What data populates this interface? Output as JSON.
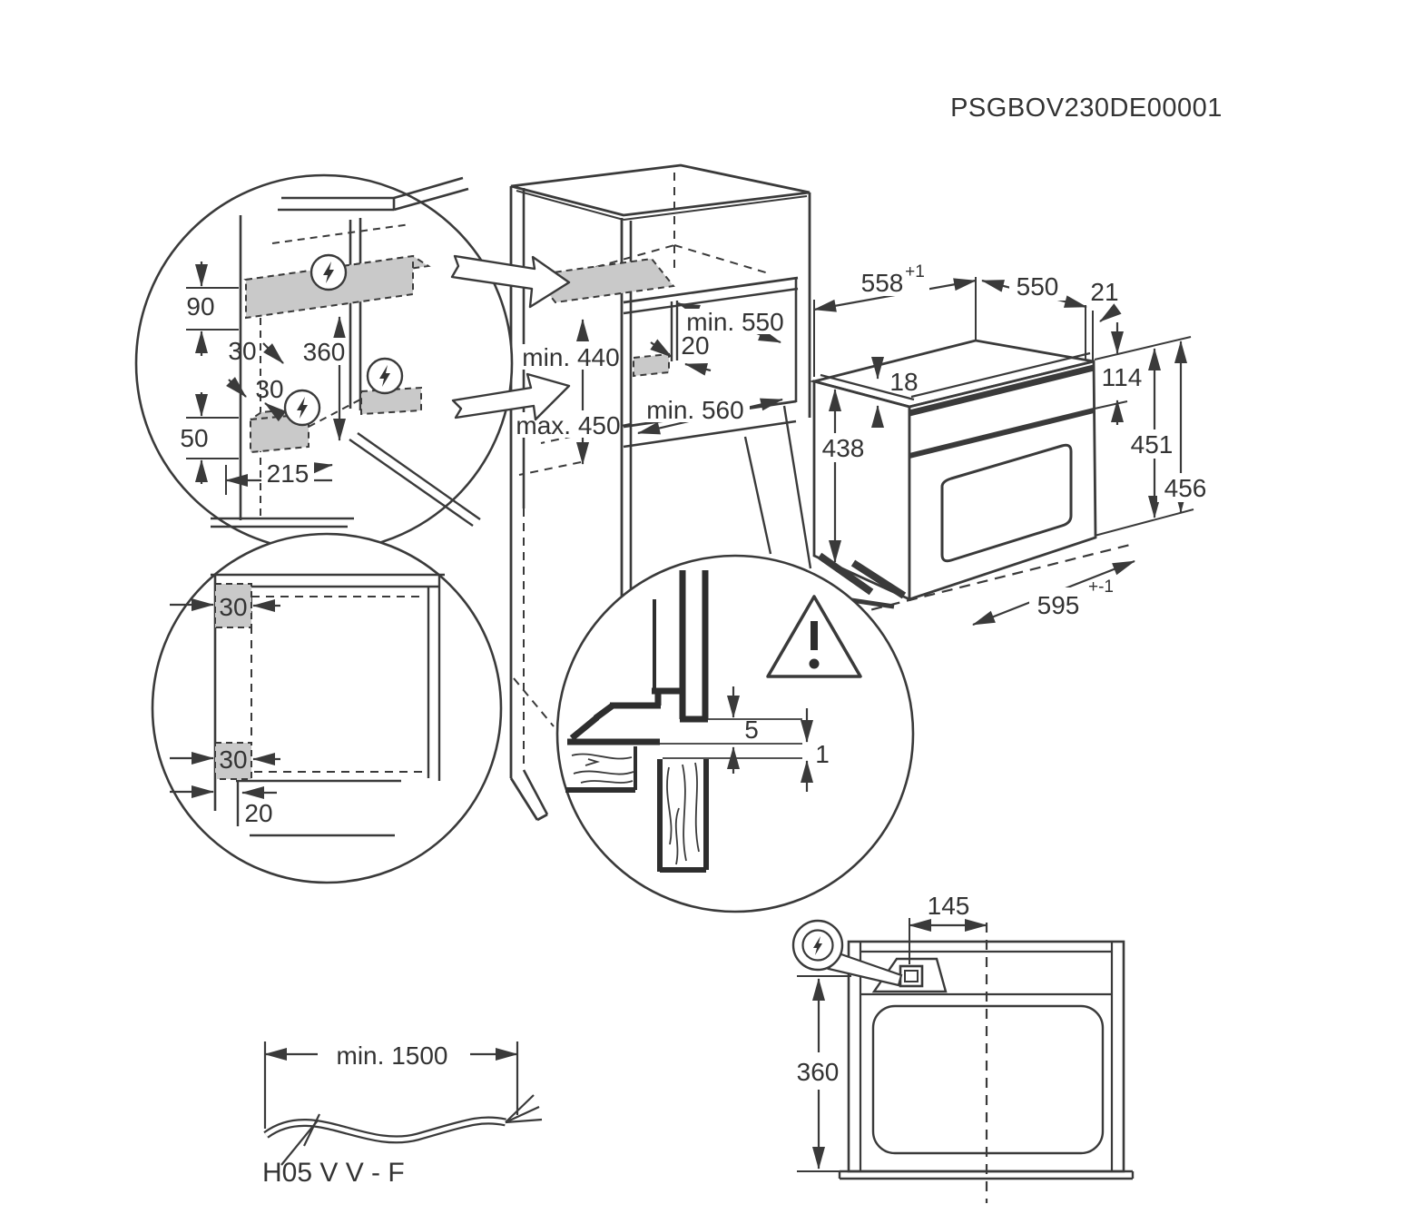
{
  "colors": {
    "line": "#3a3a3a",
    "text": "#333333",
    "zone_fill": "#c9c9c9"
  },
  "document_code": "PSGBOV230DE00001",
  "wall_detail": {
    "offset_top": "90",
    "inset_top": "30",
    "height_between": "360",
    "inset_mid": "30",
    "offset_mid": "50",
    "depth": "215"
  },
  "niche": {
    "depth_top": "min. 550",
    "side_gap": "20",
    "height_min": "min. 440",
    "height_max": "max. 450",
    "width": "min. 560"
  },
  "oven": {
    "width_back": "558",
    "width_back_tol": "+1",
    "depth_body": "550",
    "front_overhang": "21",
    "top_frame": "18",
    "panel_height": "114",
    "body_height": "438",
    "height_no_frame": "451",
    "height_total": "456",
    "width_front": "595",
    "width_front_tol": "+-1"
  },
  "side_section_detail": {
    "gap_top": "30",
    "gap_bottom": "30",
    "recess": "20"
  },
  "gap_detail": {
    "gap_frame": "5",
    "gap_panel": "1"
  },
  "power_cable": {
    "min_length": "min. 1500",
    "cable_type": "H05 V V - F"
  },
  "top_view": {
    "connection_offset": "145",
    "connection_depth": "360"
  }
}
